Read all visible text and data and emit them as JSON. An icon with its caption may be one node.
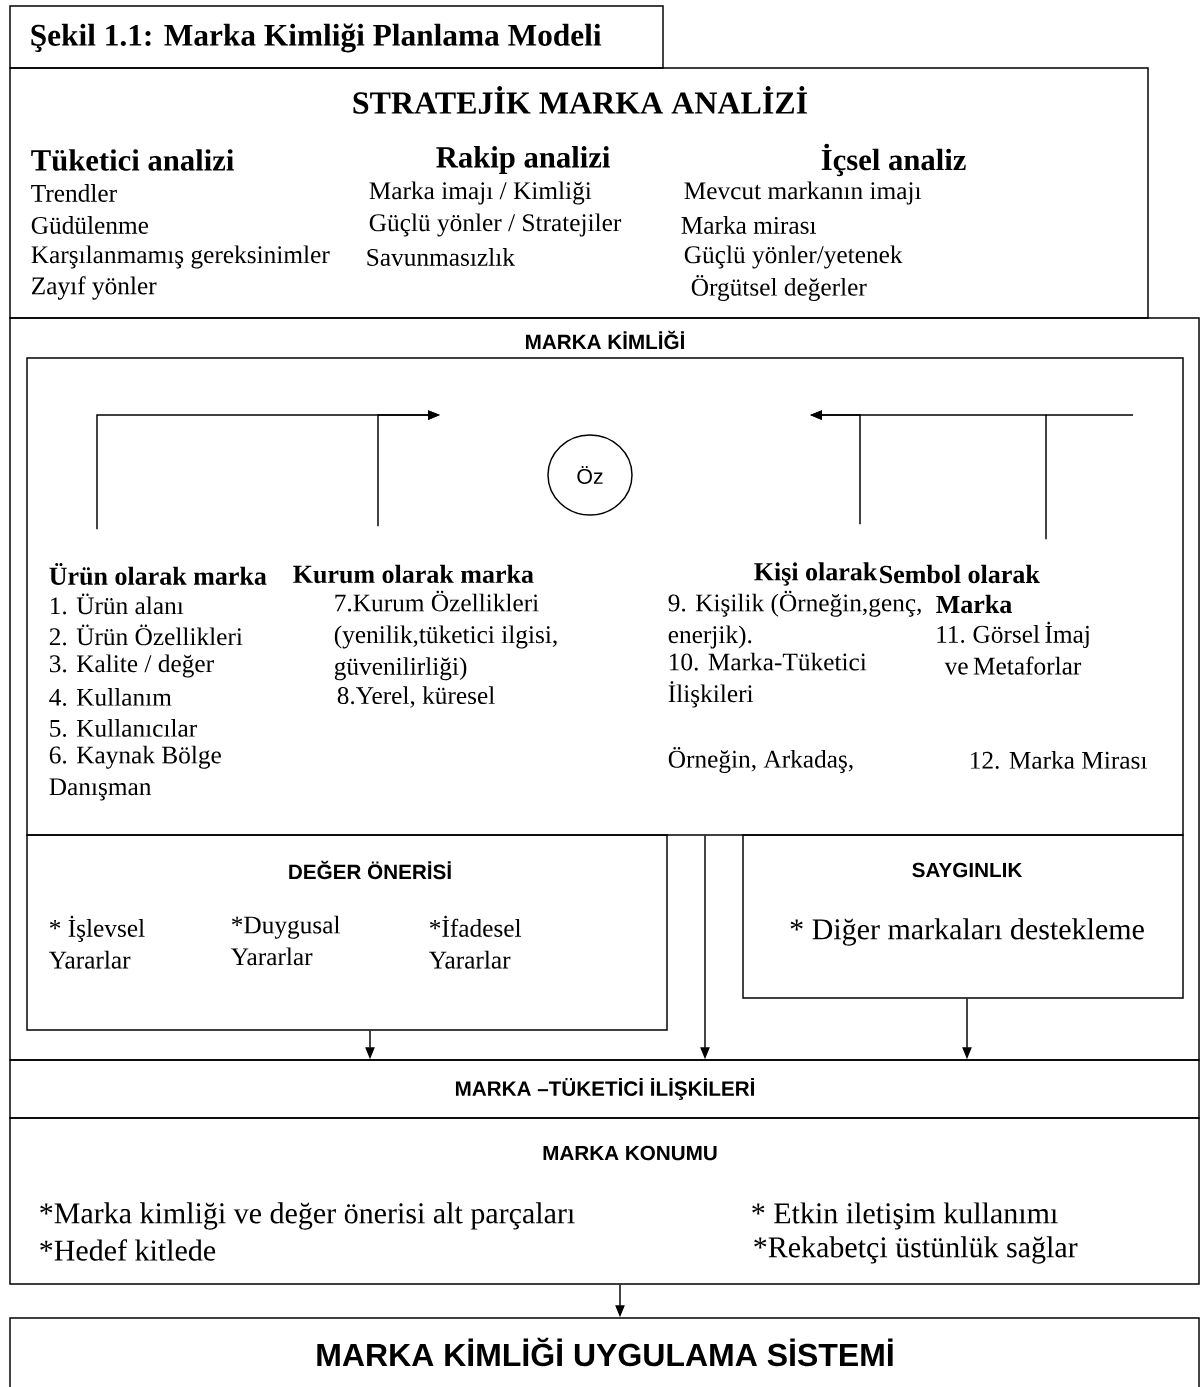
{
  "diagram": {
    "nodes": [
      {
        "text": [
          "Şekil 1.1: Marka Kimliği Planlama Modeli"
        ]
      },
      {
        "text": [
          "STRATEJİK MARKA ANALİZİ",
          "Tüketici analizi",
          "Trendler",
          "Güdülenme",
          "Karşılanmamış gereksinimler",
          "Zayıf yönler",
          "Rakip analizi",
          "Marka imajı / Kimliği",
          "Güçlü yönler / Stratejiler",
          "Savunmasızlık",
          "İçsel analiz",
          "Mevcut markanın imajı",
          "Marka mirası",
          "Güçlü yönler/yetenek",
          "Örgütsel değerler"
        ]
      },
      {
        "text": [
          "MARKA KİMLİĞİ"
        ]
      },
      {
        "text": [],
        "shape": "box",
        "in": 2
      },
      {
        "text": [
          "Öz"
        ],
        "in": 3
      },
      {
        "text": [
          "Ürün olarak marka",
          "1. Ürün alanı",
          "2. Ürün Özellikleri",
          "3. Kalite / değer",
          "4. Kullanım",
          "5. Kullanıcılar",
          "6. Kaynak Bölge Danışman"
        ],
        "in": 3
      },
      {
        "text": [
          "Kurum olarak marka",
          "7.Kurum Özellikleri (yenilik,tüketici ilgisi, güvenilirliği)",
          "8.Yerel, küresel"
        ],
        "in": 3
      },
      {
        "text": [
          "Kişi olarak",
          "9. Kişilik (Örneğin,genç, enerjik).",
          "10. Marka-Tüketici İlişkileri",
          "Örneğin, Arkadaş,"
        ],
        "in": 3
      },
      {
        "text": [
          "Sembol olarak",
          "Marka",
          "11. Görsel İmaj ve Metaforlar",
          "12. Marka Mirası"
        ],
        "in": 3
      },
      {
        "text": [
          "DEĞER ÖNERİSİ",
          "* İşlevsel Yararlar",
          "*Duygusal Yararlar",
          "*İfadesel Yararlar"
        ],
        "in": 2
      },
      {
        "text": [
          "SAYGINLIK",
          "* Diğer markaları destekleme"
        ],
        "in": 2
      },
      {
        "text": [
          "MARKA –TÜKETİCİ İLİŞKİLERİ"
        ]
      },
      {
        "text": [
          "MARKA KONUMU",
          "*Marka kimliği ve değer önerisi alt parçaları",
          "*Hedef kitlede",
          "* Etkin iletişim kullanımı",
          "*Rekabetçi üstünlük sağlar"
        ]
      },
      {
        "text": [
          "MARKA KİMLİĞİ UYGULAMA SİSTEMİ"
        ]
      }
    ],
    "edges": [
      {
        "from": 5,
        "to": null,
        "arrow": "to"
      },
      {
        "from": 6,
        "to": null,
        "arrow": "to"
      },
      {
        "from": 7,
        "to": null,
        "arrow": "to"
      },
      {
        "from": 8,
        "to": null,
        "arrow": "to"
      },
      {
        "from": 9,
        "to": 11,
        "arrow": "to"
      },
      {
        "from": 3,
        "to": 11,
        "arrow": "to"
      },
      {
        "from": 10,
        "to": 11,
        "arrow": "to"
      },
      {
        "from": 12,
        "to": 13,
        "arrow": "to"
      }
    ]
  }
}
